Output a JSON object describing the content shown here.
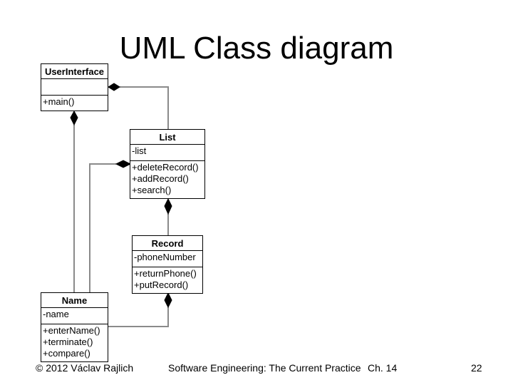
{
  "title": "UML Class diagram",
  "classes": {
    "user_interface": {
      "name": "UserInterface",
      "attributes": [],
      "operations": [
        "+main()"
      ]
    },
    "list": {
      "name": "List",
      "attributes": [
        "-list"
      ],
      "operations": [
        "+deleteRecord()",
        "+addRecord()",
        "+search()"
      ]
    },
    "record": {
      "name": "Record",
      "attributes": [
        "-phoneNumber"
      ],
      "operations": [
        "+returnPhone()",
        "+putRecord()"
      ]
    },
    "name": {
      "name": "Name",
      "attributes": [
        "-name"
      ],
      "operations": [
        "+enterName()",
        "+terminate()",
        "+compare()"
      ]
    }
  },
  "footer": {
    "copyright": "© 2012 Václav Rajlich",
    "course": "Software Engineering: The Current Practice",
    "chapter": "Ch. 14",
    "page_number": "22"
  }
}
